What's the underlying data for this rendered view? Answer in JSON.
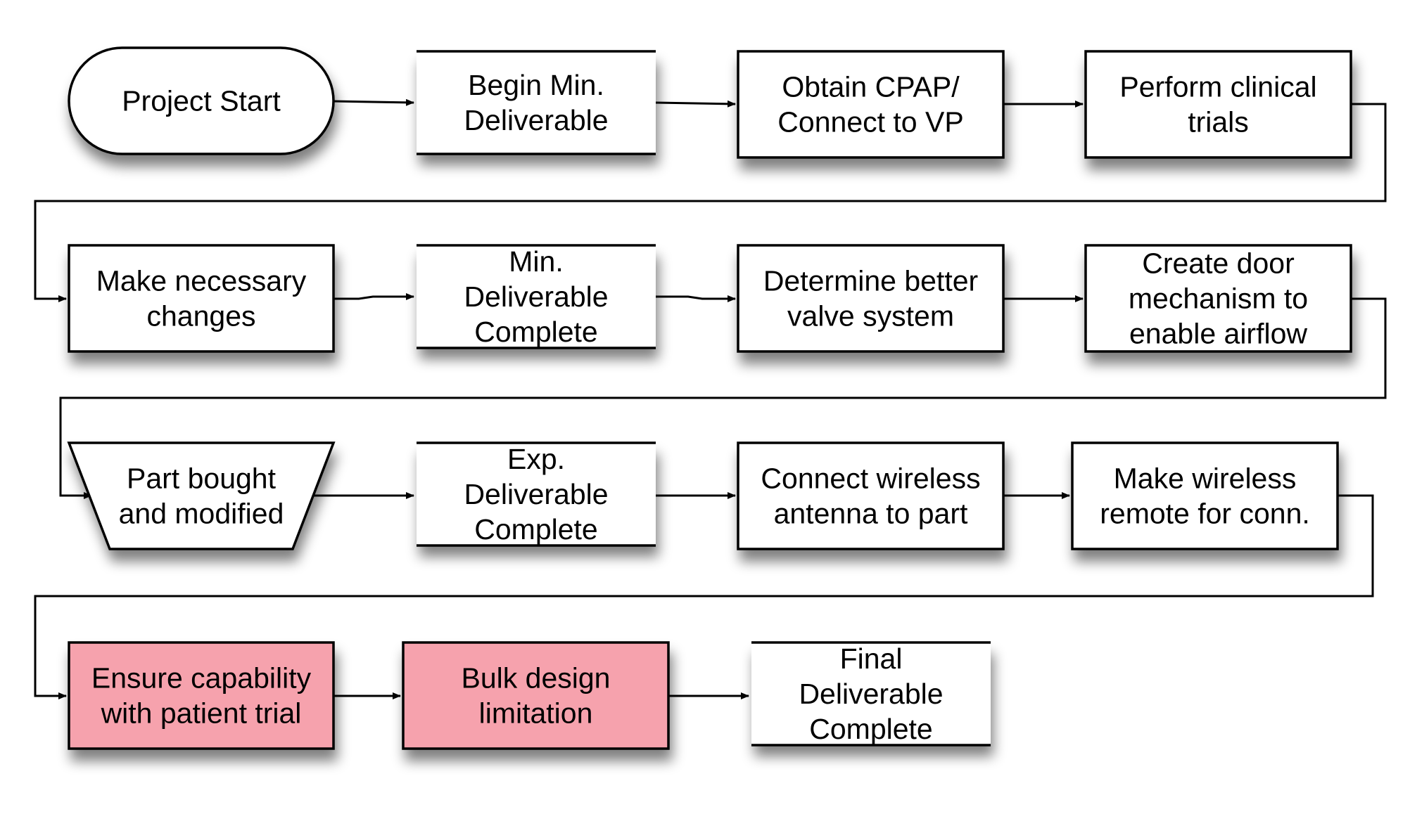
{
  "diagram": {
    "type": "flowchart",
    "colors": {
      "default_fill": "#ffffff",
      "highlight_fill": "#f6a2ad",
      "stroke": "#000000"
    },
    "nodes": [
      {
        "id": "project-start",
        "shape": "terminal",
        "lines": [
          "Project Start"
        ]
      },
      {
        "id": "begin-min-deliverable",
        "shape": "document-bars",
        "lines": [
          "Begin Min.",
          "Deliverable"
        ]
      },
      {
        "id": "obtain-cpap",
        "shape": "process",
        "lines": [
          "Obtain CPAP/",
          "Connect to VP"
        ]
      },
      {
        "id": "perform-clinical-trials",
        "shape": "process",
        "lines": [
          "Perform clinical",
          "trials"
        ]
      },
      {
        "id": "make-necessary-changes",
        "shape": "process",
        "lines": [
          "Make necessary",
          "changes"
        ]
      },
      {
        "id": "min-deliverable-complete",
        "shape": "document-bars",
        "lines": [
          "Min.",
          "Deliverable",
          "Complete"
        ]
      },
      {
        "id": "determine-valve-system",
        "shape": "process",
        "lines": [
          "Determine better",
          "valve system"
        ]
      },
      {
        "id": "create-door-mechanism",
        "shape": "process",
        "lines": [
          "Create door",
          "mechanism to",
          "enable airflow"
        ]
      },
      {
        "id": "part-bought-modified",
        "shape": "manual-operation",
        "lines": [
          "Part bought",
          "and modified"
        ]
      },
      {
        "id": "exp-deliverable-complete",
        "shape": "document-bars",
        "lines": [
          "Exp.",
          "Deliverable",
          "Complete"
        ]
      },
      {
        "id": "connect-wireless-antenna",
        "shape": "process",
        "lines": [
          "Connect wireless",
          "antenna to part"
        ]
      },
      {
        "id": "make-wireless-remote",
        "shape": "process",
        "lines": [
          "Make wireless",
          "remote for conn."
        ]
      },
      {
        "id": "ensure-capability",
        "shape": "process",
        "highlight": true,
        "lines": [
          "Ensure capability",
          "with patient trial"
        ]
      },
      {
        "id": "bulk-design-limitation",
        "shape": "process",
        "highlight": true,
        "lines": [
          "Bulk design",
          "limitation"
        ]
      },
      {
        "id": "final-deliverable-complete",
        "shape": "document-bars",
        "lines": [
          "Final",
          "Deliverable",
          "Complete"
        ]
      }
    ],
    "edges": [
      {
        "from": "project-start",
        "to": "begin-min-deliverable"
      },
      {
        "from": "begin-min-deliverable",
        "to": "obtain-cpap"
      },
      {
        "from": "obtain-cpap",
        "to": "perform-clinical-trials"
      },
      {
        "from": "perform-clinical-trials",
        "to": "make-necessary-changes"
      },
      {
        "from": "make-necessary-changes",
        "to": "min-deliverable-complete"
      },
      {
        "from": "min-deliverable-complete",
        "to": "determine-valve-system"
      },
      {
        "from": "determine-valve-system",
        "to": "create-door-mechanism"
      },
      {
        "from": "create-door-mechanism",
        "to": "part-bought-modified"
      },
      {
        "from": "part-bought-modified",
        "to": "exp-deliverable-complete"
      },
      {
        "from": "exp-deliverable-complete",
        "to": "connect-wireless-antenna"
      },
      {
        "from": "connect-wireless-antenna",
        "to": "make-wireless-remote"
      },
      {
        "from": "make-wireless-remote",
        "to": "ensure-capability"
      },
      {
        "from": "ensure-capability",
        "to": "bulk-design-limitation"
      },
      {
        "from": "bulk-design-limitation",
        "to": "final-deliverable-complete"
      }
    ]
  }
}
